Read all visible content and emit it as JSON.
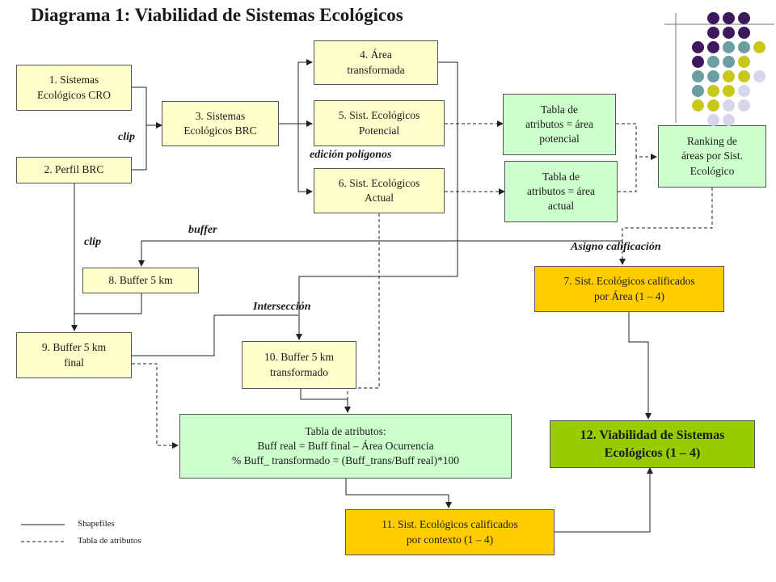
{
  "title": "Diagrama 1: Viabilidad de Sistemas Ecológicos",
  "nodes": {
    "n1": "1. Sistemas\nEcológicos CRO",
    "n2": "2. Perfil BRC",
    "n3": "3. Sistemas\nEcológicos BRC",
    "n4": "4. Área\ntransformada",
    "n5": "5. Sist. Ecológicos\nPotencial",
    "n6": "6. Sist. Ecológicos\nActual",
    "n7": "7. Sist. Ecológicos calificados\npor Área (1 – 4)",
    "n8": "8. Buffer 5 km",
    "n9": "9. Buffer 5 km\nfinal",
    "n10": "10. Buffer 5 km\ntransformado",
    "n11": "11. Sist. Ecológicos calificados\npor contexto (1 – 4)",
    "n12": "12. Viabilidad de Sistemas\nEcológicos (1 – 4)",
    "tabla_potencial": "Tabla de\natributos = área\npotencial",
    "tabla_actual": "Tabla de\natributos = área\nactual",
    "ranking": "Ranking de\náreas por Sist.\nEcológico",
    "tabla_buffer": "Tabla de atributos:\nBuff real = Buff final – Área Ocurrencia\n% Buff_ transformado = (Buff_trans/Buff real)*100"
  },
  "edge_labels": {
    "clip1": "clip",
    "clip2": "clip",
    "edicion": "edición polígonos",
    "buffer": "buffer",
    "asigno": "Asigno calificación",
    "interseccion": "Intersección"
  },
  "legend": {
    "shapefiles": "Shapefiles",
    "tabla": "Tabla de atributos"
  },
  "colors": {
    "yellow_box": "#ffffcc",
    "green_box": "#ccffcc",
    "orange_box": "#ffcc00",
    "final_box": "#99cc00",
    "dot_purple": "#3d1a5e",
    "dot_teal": "#6b9e9e",
    "dot_olive": "#c8c81a",
    "dot_lavender": "#d6d6ea"
  }
}
